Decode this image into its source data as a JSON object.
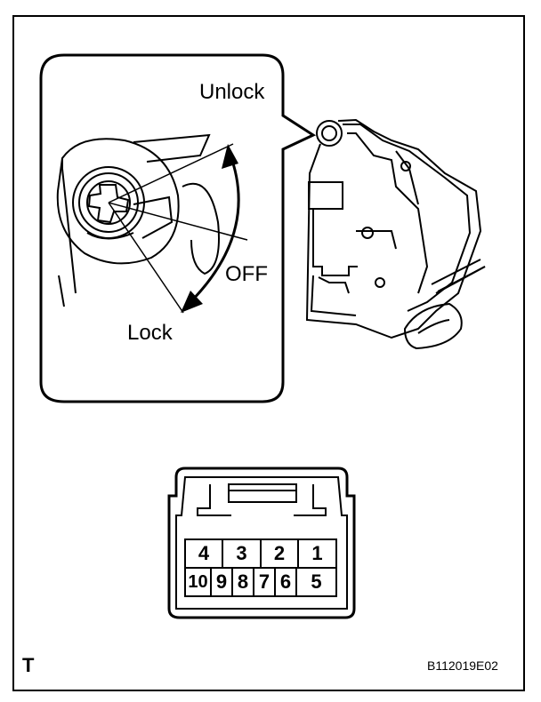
{
  "labels": {
    "unlock": "Unlock",
    "off": "OFF",
    "lock": "Lock",
    "corner": "T",
    "figure_code": "B112019E02"
  },
  "connector": {
    "top_row": [
      "4",
      "3",
      "2",
      "1"
    ],
    "bottom_row": [
      "10",
      "9",
      "8",
      "7",
      "6",
      "5"
    ]
  }
}
